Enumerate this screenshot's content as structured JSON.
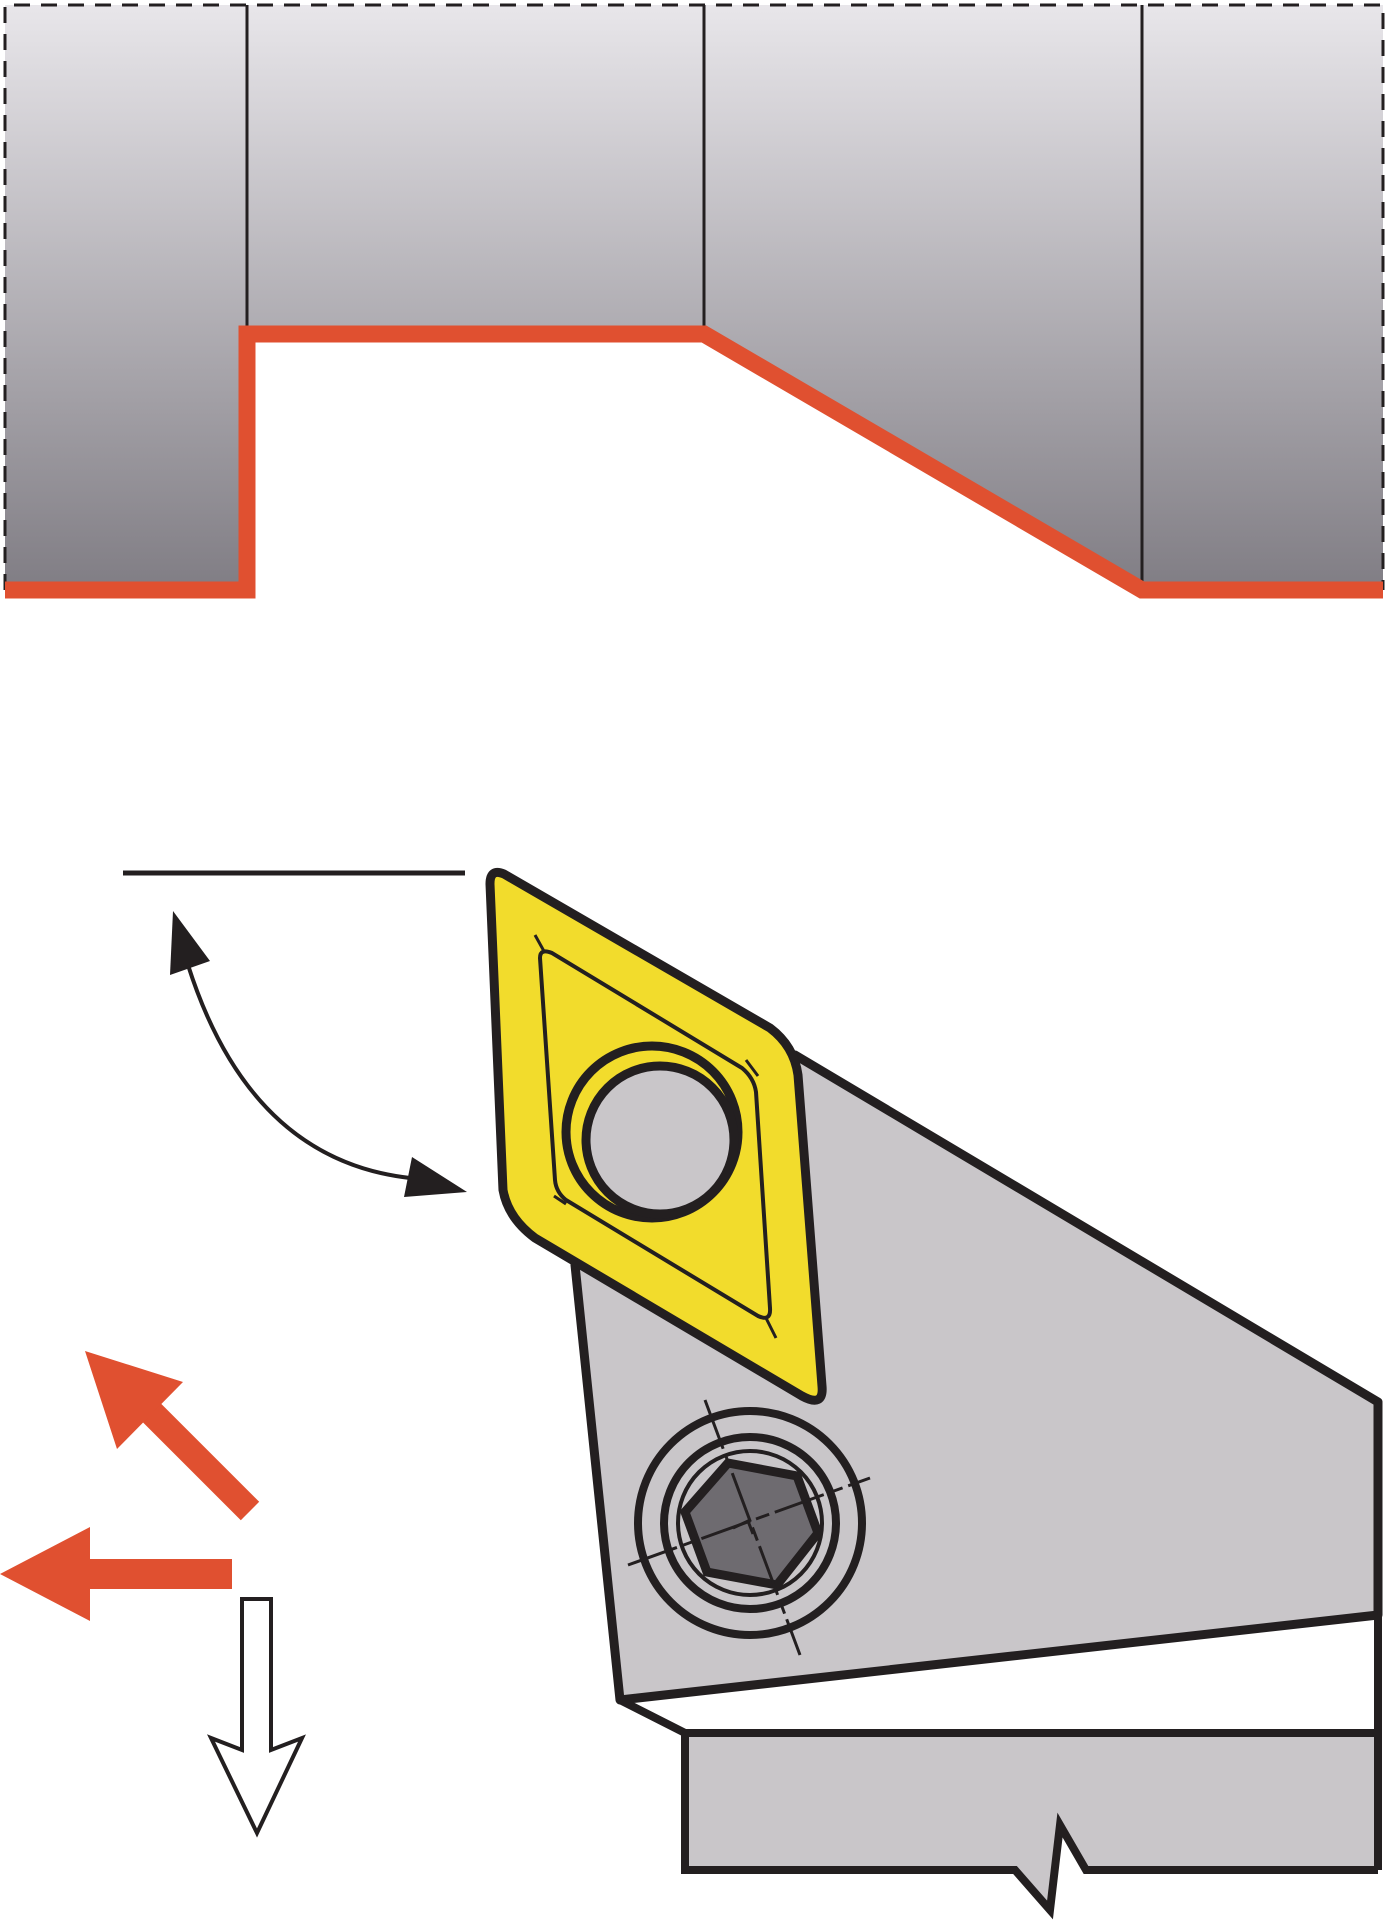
{
  "diagram": {
    "workpiece": {
      "profile_name": "machined-profile",
      "fill_top": "#e8e6ea",
      "fill_bottom": "#807d84",
      "profile_color": "#e05030",
      "outline": "dashed"
    },
    "tool": {
      "insert_color": "#f2dc2c",
      "holder_color": "#c9c6c9",
      "screw_color": "#6e6b70",
      "outline_color": "#231f20"
    },
    "indicators": {
      "angle_arrow": "curved-double-arrow",
      "feed_directions": [
        "up-left",
        "left"
      ],
      "force_direction": "down",
      "feed_color": "#e05030"
    }
  }
}
